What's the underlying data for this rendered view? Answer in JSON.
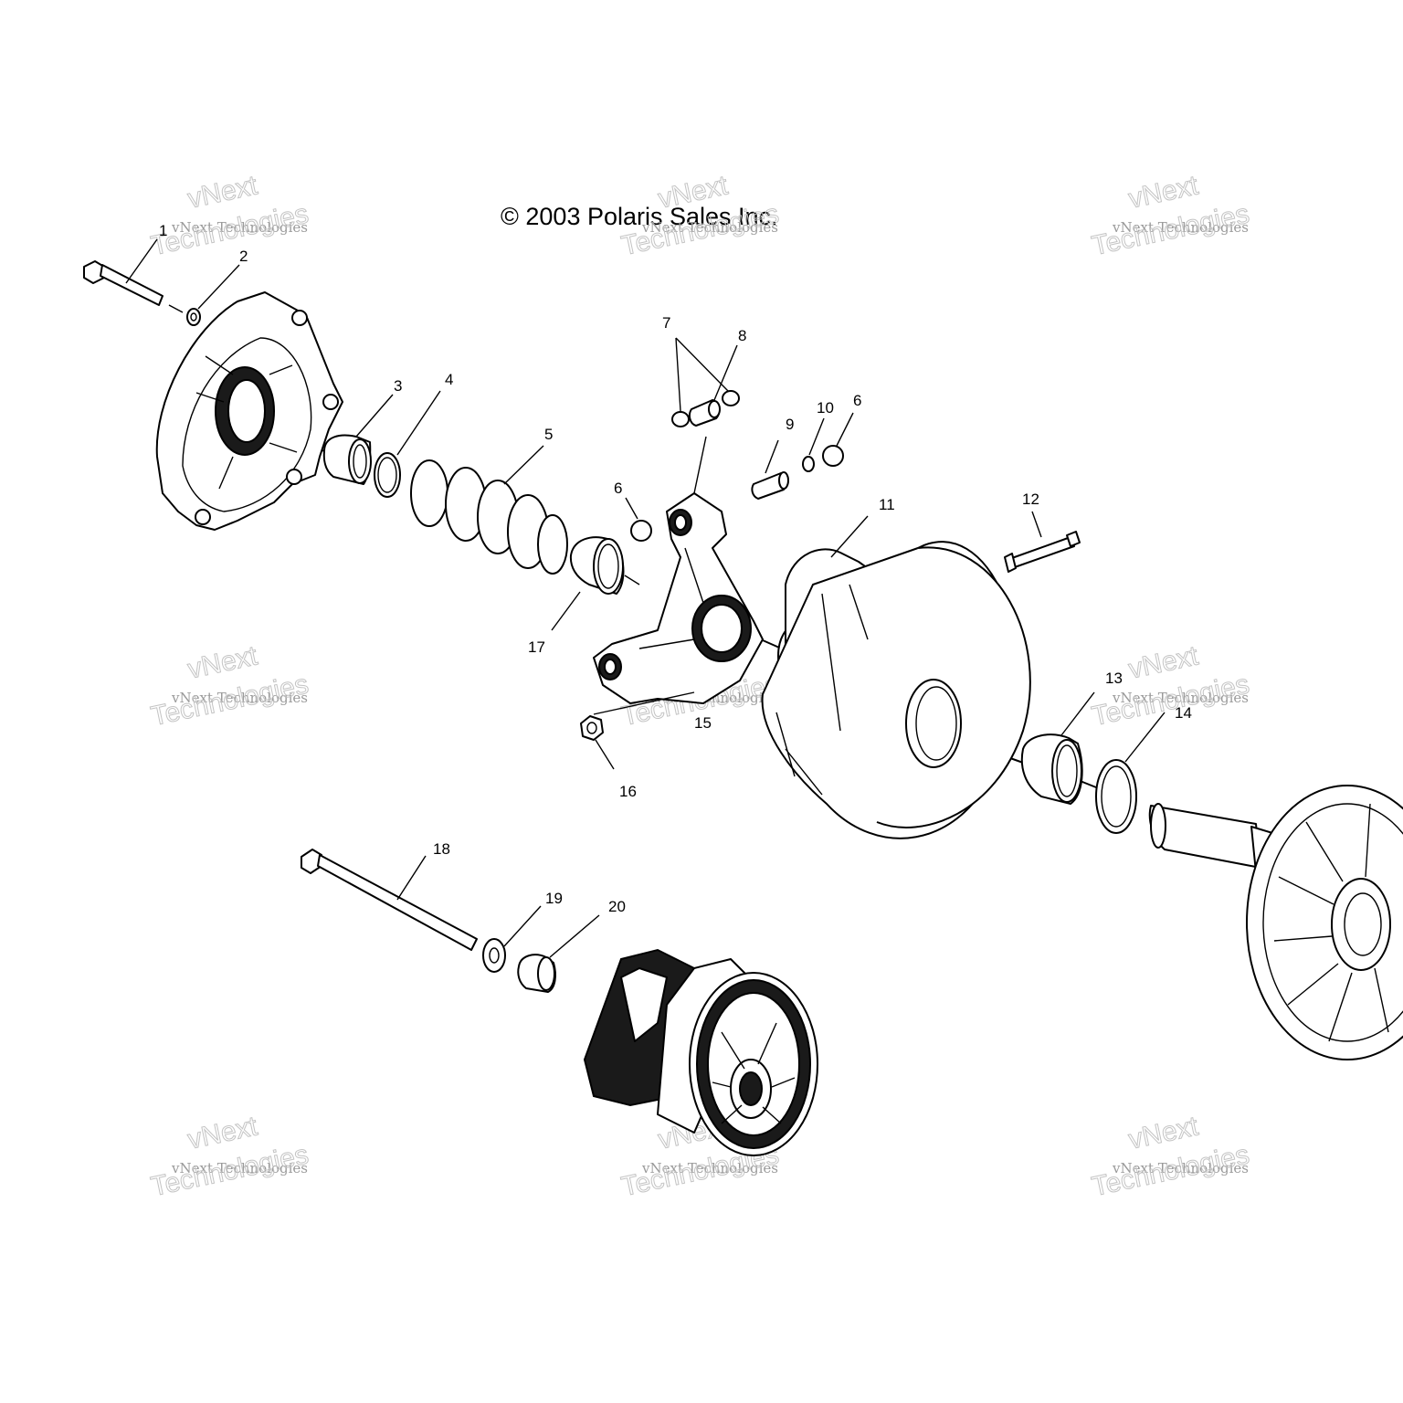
{
  "copyright": "© 2003 Polaris Sales Inc.",
  "watermark": {
    "line1": "vNext",
    "line2": "vNext Technologies",
    "line3": "Technologies"
  },
  "callouts": [
    "1",
    "2",
    "3",
    "4",
    "5",
    "6",
    "6",
    "7",
    "8",
    "9",
    "10",
    "11",
    "12",
    "13",
    "14",
    "15",
    "16",
    "17",
    "18",
    "19",
    "20"
  ]
}
